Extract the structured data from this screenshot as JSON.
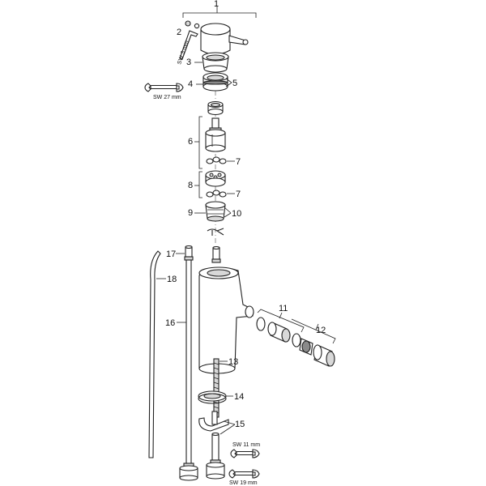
{
  "callouts": {
    "c1": "1",
    "c2": "2",
    "c3": "3",
    "c4": "4",
    "c5": "5",
    "c6": "6",
    "c7a": "7",
    "c7b": "7",
    "c8": "8",
    "c9": "9",
    "c10": "10",
    "c11": "11",
    "c12": "12",
    "c13": "13",
    "c14": "14",
    "c15": "15",
    "c16": "16",
    "c17": "17",
    "c18": "18"
  },
  "tools": {
    "hex_key": "SW 3 mm",
    "wrench_27": "SW 27 mm",
    "wrench_11": "SW 11 mm",
    "wrench_19": "SW 19 mm"
  }
}
